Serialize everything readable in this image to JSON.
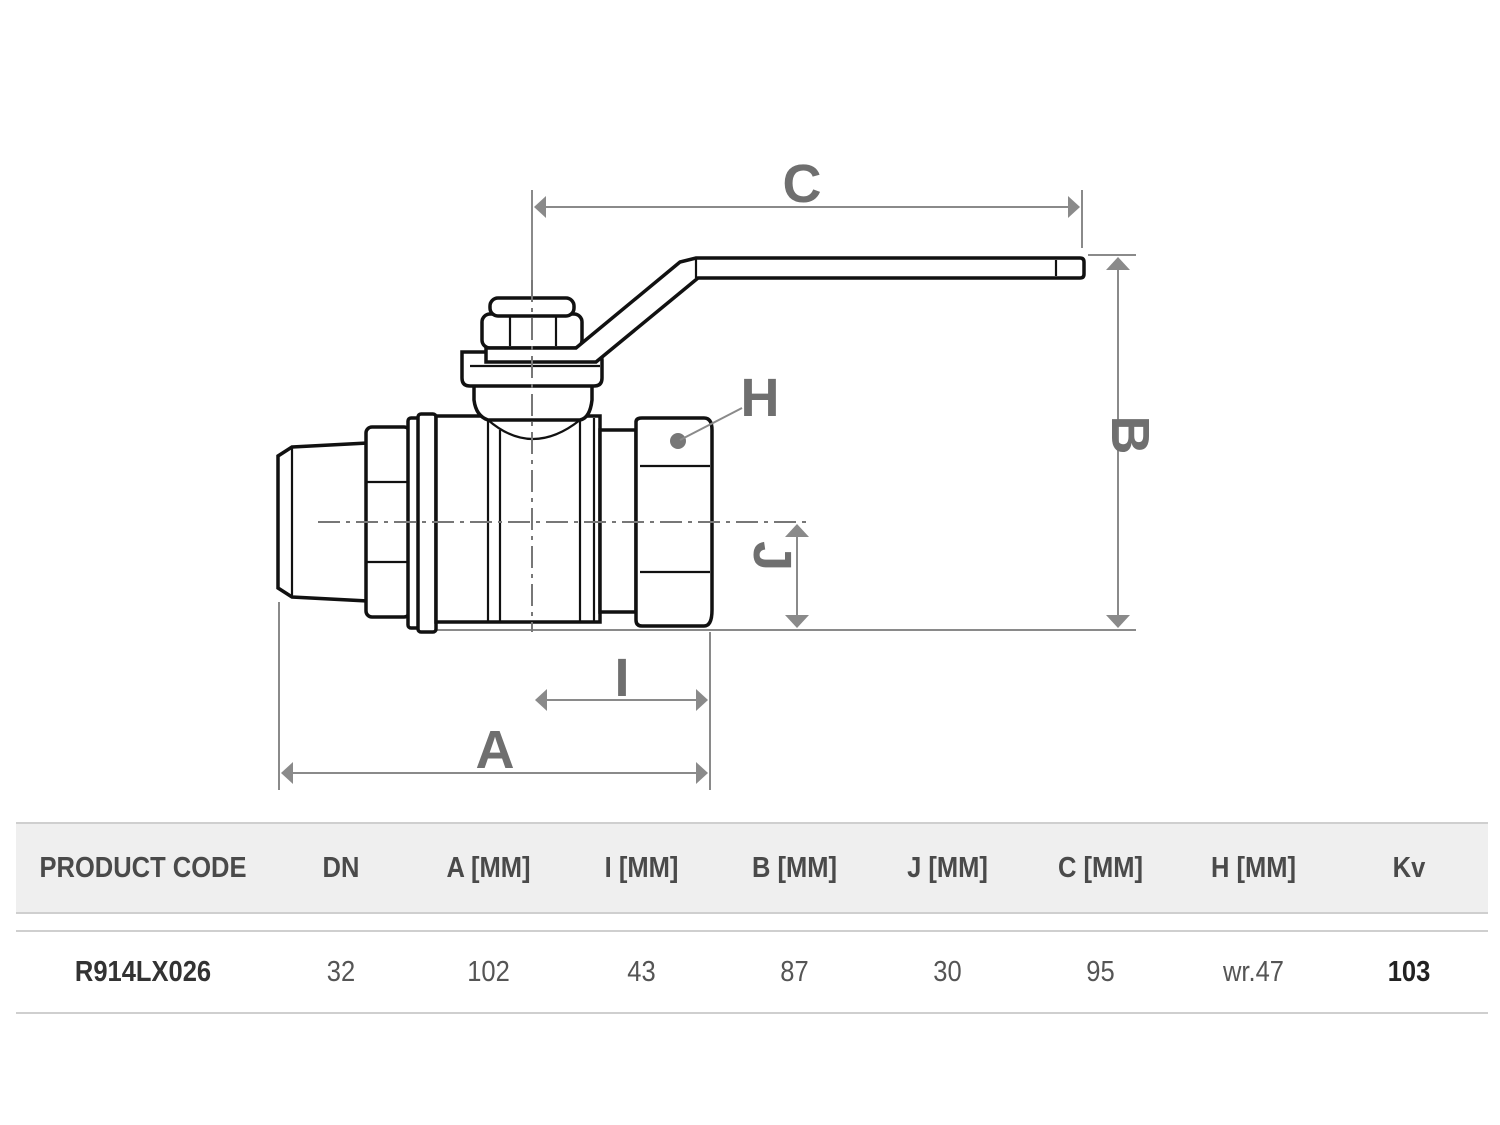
{
  "drawing": {
    "labels": {
      "a": "A",
      "b": "B",
      "c": "C",
      "h": "H",
      "i": "I",
      "j": "J"
    }
  },
  "table": {
    "headers": [
      "PRODUCT CODE",
      "DN",
      "A [MM]",
      "I [MM]",
      "B [MM]",
      "J [MM]",
      "C [MM]",
      "H [MM]",
      "Kv"
    ],
    "rows": [
      [
        "R914LX026",
        "32",
        "102",
        "43",
        "87",
        "30",
        "95",
        "wr.47",
        "103"
      ]
    ]
  },
  "colors": {
    "header_bg": "#efefef",
    "rule": "#cfcfcf",
    "dimension": "#8a8a8a",
    "outline": "#111111"
  }
}
